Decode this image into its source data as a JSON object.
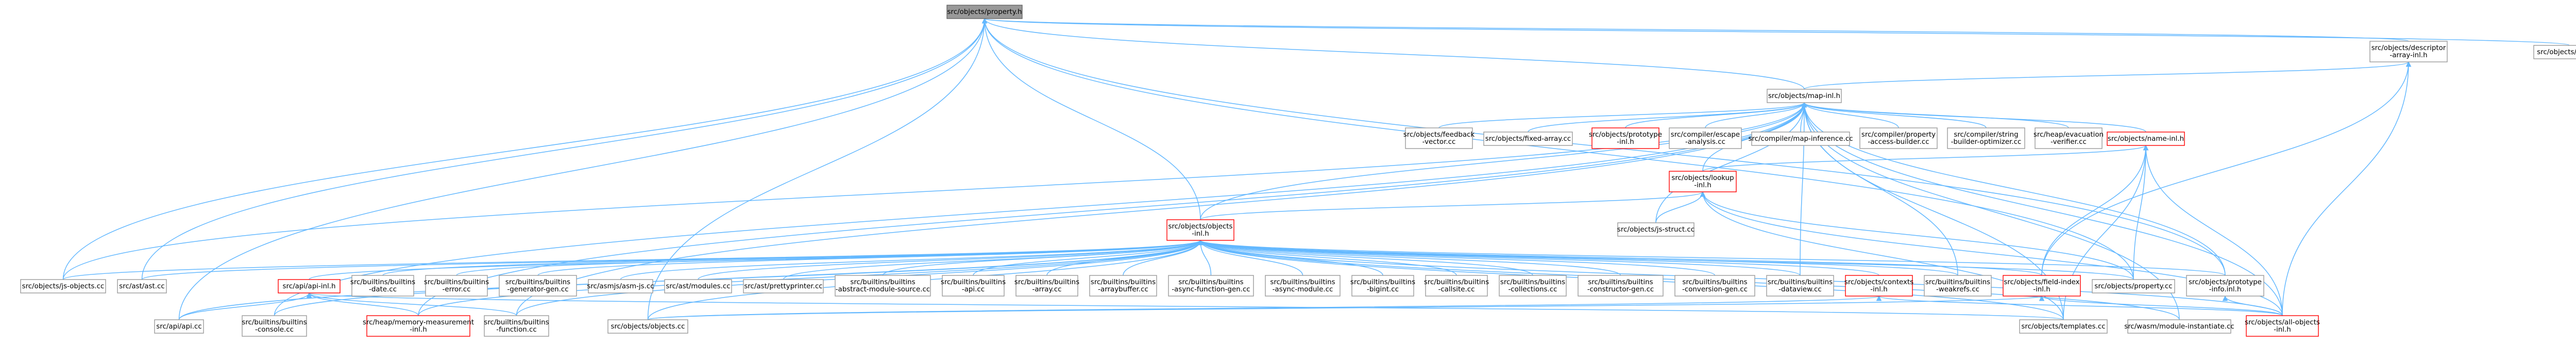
{
  "colors": {
    "normal_border": "#999999",
    "normal_fill": "#ffffff",
    "red_border": "#ff0000",
    "root_fill": "#999999",
    "root_border": "#666666",
    "edge": "#63b8ff"
  },
  "nodes": [
    {
      "id": "root",
      "lines": [
        "src/objects/property.h"
      ],
      "style": "root"
    },
    {
      "id": "descarr",
      "lines": [
        "src/objects/descriptor",
        "-array-inl.h"
      ],
      "style": "normal"
    },
    {
      "id": "mapcc",
      "lines": [
        "src/objects/map.cc"
      ],
      "style": "normal"
    },
    {
      "id": "mapinl",
      "lines": [
        "src/objects/map-inl.h"
      ],
      "style": "normal"
    },
    {
      "id": "feedback",
      "lines": [
        "src/objects/feedback",
        "-vector.cc"
      ],
      "style": "normal"
    },
    {
      "id": "fixedarr",
      "lines": [
        "src/objects/fixed-array.cc"
      ],
      "style": "normal"
    },
    {
      "id": "protoinl",
      "lines": [
        "src/objects/prototype",
        "-inl.h"
      ],
      "style": "red"
    },
    {
      "id": "lookupinl",
      "lines": [
        "src/objects/lookup",
        "-inl.h"
      ],
      "style": "red"
    },
    {
      "id": "escape",
      "lines": [
        "src/compiler/escape",
        "-analysis.cc"
      ],
      "style": "normal"
    },
    {
      "id": "mapinf",
      "lines": [
        "src/compiler/map-inference.cc"
      ],
      "style": "normal"
    },
    {
      "id": "propaccess",
      "lines": [
        "src/compiler/property",
        "-access-builder.cc"
      ],
      "style": "normal"
    },
    {
      "id": "strbuild",
      "lines": [
        "src/compiler/string",
        "-builder-optimizer.cc"
      ],
      "style": "normal"
    },
    {
      "id": "heapevac",
      "lines": [
        "src/heap/evacuation",
        "-verifier.cc"
      ],
      "style": "normal"
    },
    {
      "id": "nameinl",
      "lines": [
        "src/objects/name-inl.h"
      ],
      "style": "red"
    },
    {
      "id": "objinl",
      "lines": [
        "src/objects/objects",
        "-inl.h"
      ],
      "style": "red"
    },
    {
      "id": "jsstruct",
      "lines": [
        "src/objects/js-struct.cc"
      ],
      "style": "normal"
    },
    {
      "id": "jsobjects",
      "lines": [
        "src/objects/js-objects.cc"
      ],
      "style": "normal"
    },
    {
      "id": "astcc",
      "lines": [
        "src/ast/ast.cc"
      ],
      "style": "normal"
    },
    {
      "id": "apiinl",
      "lines": [
        "src/api/api-inl.h"
      ],
      "style": "red"
    },
    {
      "id": "bdate",
      "lines": [
        "src/builtins/builtins",
        "-date.cc"
      ],
      "style": "normal"
    },
    {
      "id": "berror",
      "lines": [
        "src/builtins/builtins",
        "-error.cc"
      ],
      "style": "normal"
    },
    {
      "id": "bgen",
      "lines": [
        "src/builtins/builtins",
        "-generator-gen.cc"
      ],
      "style": "normal"
    },
    {
      "id": "asmjs",
      "lines": [
        "src/asmjs/asm-js.cc"
      ],
      "style": "normal"
    },
    {
      "id": "astmod",
      "lines": [
        "src/ast/modules.cc"
      ],
      "style": "normal"
    },
    {
      "id": "prettyp",
      "lines": [
        "src/ast/prettyprinter.cc"
      ],
      "style": "normal"
    },
    {
      "id": "babstract",
      "lines": [
        "src/builtins/builtins",
        "-abstract-module-source.cc"
      ],
      "style": "normal"
    },
    {
      "id": "bapi",
      "lines": [
        "src/builtins/builtins",
        "-api.cc"
      ],
      "style": "normal"
    },
    {
      "id": "barray",
      "lines": [
        "src/builtins/builtins",
        "-array.cc"
      ],
      "style": "normal"
    },
    {
      "id": "barraybuf",
      "lines": [
        "src/builtins/builtins",
        "-arraybuffer.cc"
      ],
      "style": "normal"
    },
    {
      "id": "basyncfn",
      "lines": [
        "src/builtins/builtins",
        "-async-function-gen.cc"
      ],
      "style": "normal"
    },
    {
      "id": "basyncmod",
      "lines": [
        "src/builtins/builtins",
        "-async-module.cc"
      ],
      "style": "normal"
    },
    {
      "id": "bbigint",
      "lines": [
        "src/builtins/builtins",
        "-bigint.cc"
      ],
      "style": "normal"
    },
    {
      "id": "bcallsite",
      "lines": [
        "src/builtins/builtins",
        "-callsite.cc"
      ],
      "style": "normal"
    },
    {
      "id": "bcoll",
      "lines": [
        "src/builtins/builtins",
        "-collections.cc"
      ],
      "style": "normal"
    },
    {
      "id": "bctor",
      "lines": [
        "src/builtins/builtins",
        "-constructor-gen.cc"
      ],
      "style": "normal"
    },
    {
      "id": "bconv",
      "lines": [
        "src/builtins/builtins",
        "-conversion-gen.cc"
      ],
      "style": "normal"
    },
    {
      "id": "bdataview",
      "lines": [
        "src/builtins/builtins",
        "-dataview.cc"
      ],
      "style": "normal"
    },
    {
      "id": "ctxinl",
      "lines": [
        "src/objects/contexts",
        "-inl.h"
      ],
      "style": "red"
    },
    {
      "id": "bweakref",
      "lines": [
        "src/builtins/builtins",
        "-weakrefs.cc"
      ],
      "style": "normal"
    },
    {
      "id": "fieldidx",
      "lines": [
        "src/objects/field-index",
        "-inl.h"
      ],
      "style": "red"
    },
    {
      "id": "propcc",
      "lines": [
        "src/objects/property.cc"
      ],
      "style": "normal"
    },
    {
      "id": "protoinfo",
      "lines": [
        "src/objects/prototype",
        "-info.inl.h"
      ],
      "style": "normal"
    },
    {
      "id": "apicc",
      "lines": [
        "src/api/api.cc"
      ],
      "style": "normal"
    },
    {
      "id": "bconsole",
      "lines": [
        "src/builtins/builtins",
        "-console.cc"
      ],
      "style": "normal"
    },
    {
      "id": "heapmem",
      "lines": [
        "src/heap/memory-measurement",
        "-inl.h"
      ],
      "style": "red"
    },
    {
      "id": "bfunction",
      "lines": [
        "src/builtins/builtins",
        "-function.cc"
      ],
      "style": "normal"
    },
    {
      "id": "objcc",
      "lines": [
        "src/objects/objects.cc"
      ],
      "style": "normal"
    },
    {
      "id": "templates",
      "lines": [
        "src/objects/templates.cc"
      ],
      "style": "normal"
    },
    {
      "id": "wasm",
      "lines": [
        "src/wasm/module-instantiate.cc"
      ],
      "style": "normal"
    },
    {
      "id": "allobj",
      "lines": [
        "src/objects/all-objects",
        "-inl.h"
      ],
      "style": "red"
    }
  ]
}
